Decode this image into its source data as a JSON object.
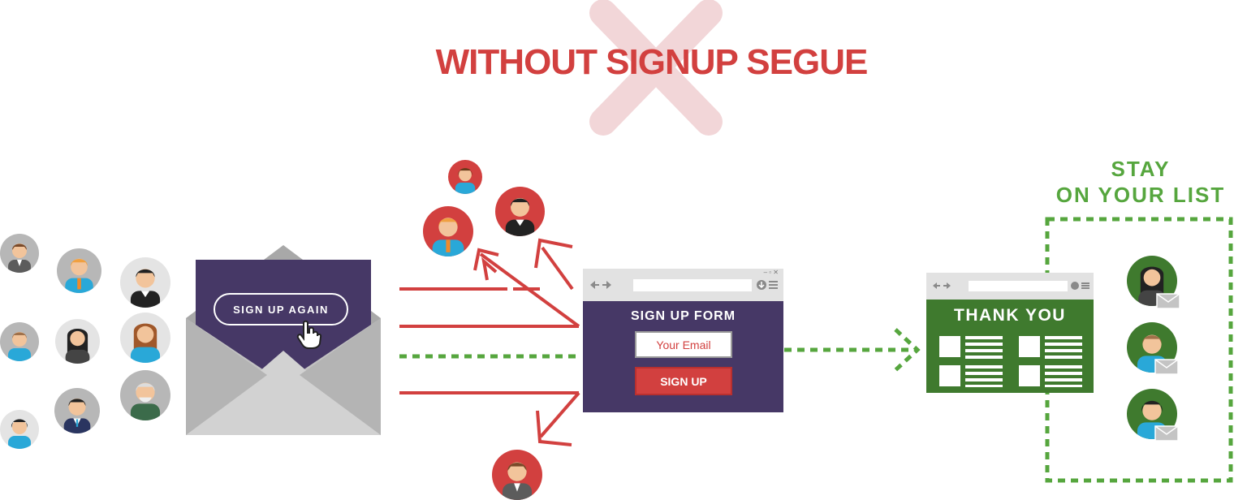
{
  "title": "WITHOUT SIGNUP SEGUE",
  "stay_label_line1": "STAY",
  "stay_label_line2": "ON YOUR LIST",
  "email_button": "SIGN UP AGAIN",
  "form": {
    "title": "SIGN UP FORM",
    "email_placeholder": "Your Email",
    "submit_label": "SIGN UP"
  },
  "thank_you": {
    "title": "THANK YOU"
  },
  "colors": {
    "title_red": "#d2403f",
    "cross_pink": "#f2d6d8",
    "green": "#3f7a2e",
    "stay_green": "#56a63e",
    "purple": "#463866",
    "envelope_gray": "#a8a8a8",
    "arrow_red": "#d2403f",
    "dash_green": "#56a63e"
  },
  "icons": [
    "cross-icon",
    "hand-pointer-icon",
    "envelope-icon",
    "person-avatar-icon",
    "mail-icon",
    "browser-window-icon"
  ]
}
